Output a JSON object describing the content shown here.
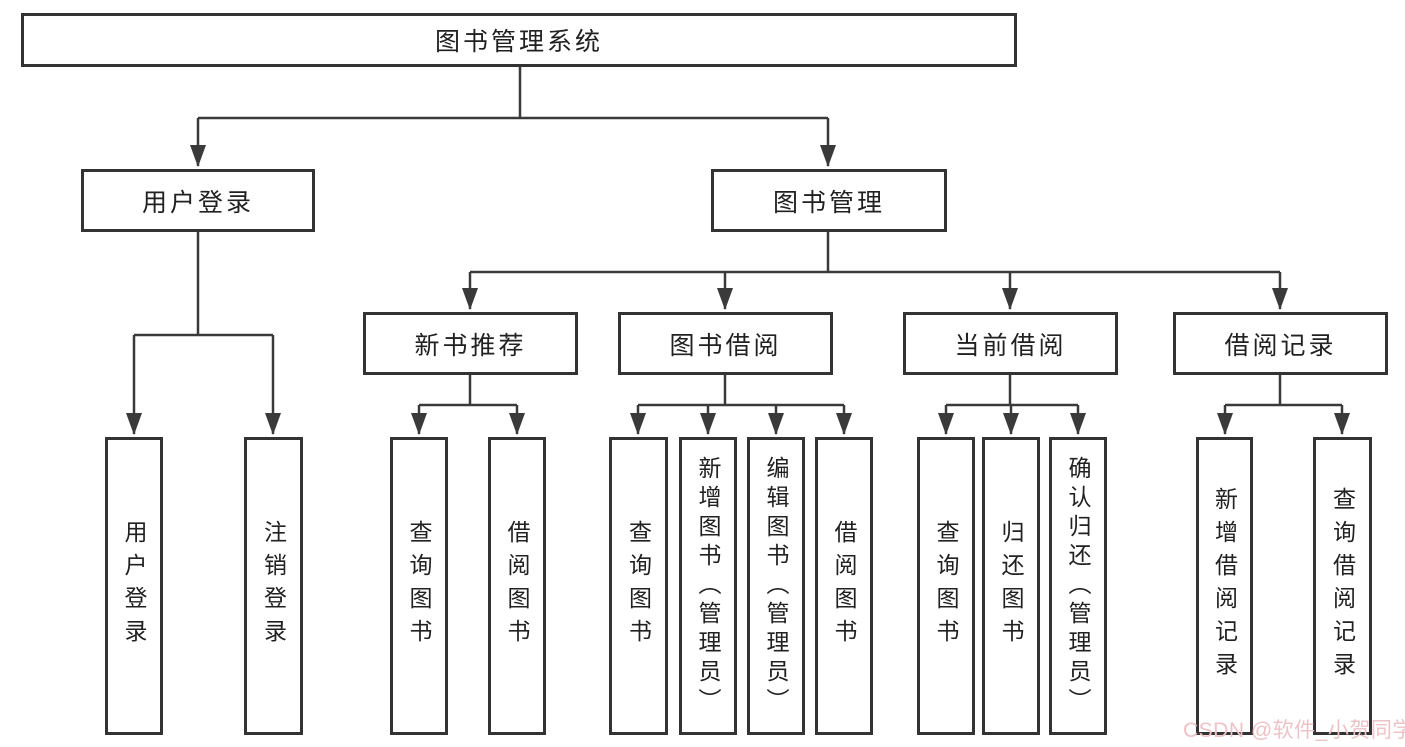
{
  "nodes": {
    "root": {
      "label": "图书管理系统"
    },
    "user_login": {
      "label": "用户登录"
    },
    "book_mgmt": {
      "label": "图书管理"
    },
    "new_books": {
      "label": "新书推荐"
    },
    "book_borrow": {
      "label": "图书借阅"
    },
    "current_borrow": {
      "label": "当前借阅"
    },
    "borrow_records": {
      "label": "借阅记录"
    },
    "user_login_leaf": {
      "label": "用户登录"
    },
    "logout_leaf": {
      "label": "注销登录"
    },
    "query_books_1": {
      "label": "查询图书"
    },
    "borrow_books_1": {
      "label": "借阅图书"
    },
    "query_books_2": {
      "label": "查询图书"
    },
    "add_book": {
      "label": "新增图书（管理员）"
    },
    "edit_book": {
      "label": "编辑图书（管理员）"
    },
    "borrow_books_2": {
      "label": "借阅图书"
    },
    "query_books_3": {
      "label": "查询图书"
    },
    "return_book": {
      "label": "归还图书"
    },
    "confirm_return": {
      "label": "确认归还（管理员）"
    },
    "add_borrow_record": {
      "label": "新增借阅记录"
    },
    "query_borrow_record": {
      "label": "查询借阅记录"
    }
  },
  "colors": {
    "line": "#3a3a3a",
    "box-border": "#333333",
    "text": "#212121",
    "watermark": "#eec3c7"
  },
  "watermark": {
    "text": "CSDN @软件_小贺同学"
  }
}
